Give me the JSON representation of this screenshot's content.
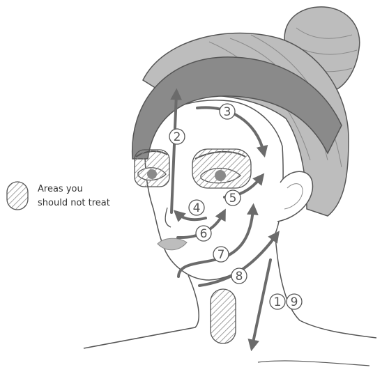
{
  "legend": {
    "line1": "Areas you",
    "line2": "should not treat"
  },
  "steps": [
    {
      "id": "step-1",
      "label": "1"
    },
    {
      "id": "step-2",
      "label": "2"
    },
    {
      "id": "step-3",
      "label": "3"
    },
    {
      "id": "step-4",
      "label": "4"
    },
    {
      "id": "step-5",
      "label": "5"
    },
    {
      "id": "step-6",
      "label": "6"
    },
    {
      "id": "step-7",
      "label": "7"
    },
    {
      "id": "step-8",
      "label": "8"
    },
    {
      "id": "step-9",
      "label": "9"
    }
  ],
  "colors": {
    "hair": "#bdbdbd",
    "headband": "#8a8a8a",
    "skin": "#ffffff",
    "outline": "#555555",
    "arrow": "#6b6b6b",
    "lips": "#bdbdbd",
    "hatch": "#8a8a8a"
  }
}
